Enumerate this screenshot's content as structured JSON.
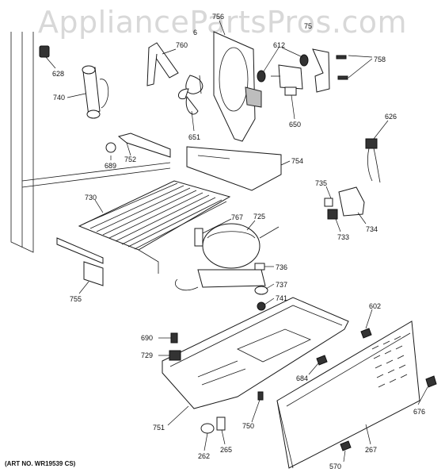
{
  "watermark": "AppliancePartsPros.com",
  "art_number": "(ART NO. WR19539 CS)",
  "callouts": [
    "628",
    "740",
    "760",
    "6",
    "756",
    "612",
    "75",
    "758",
    "651",
    "650",
    "626",
    "689",
    "752",
    "754",
    "735",
    "730",
    "767",
    "725",
    "734",
    "733",
    "736",
    "755",
    "737",
    "741",
    "602",
    "690",
    "729",
    "684",
    "676",
    "751",
    "750",
    "262",
    "265",
    "267",
    "570"
  ]
}
